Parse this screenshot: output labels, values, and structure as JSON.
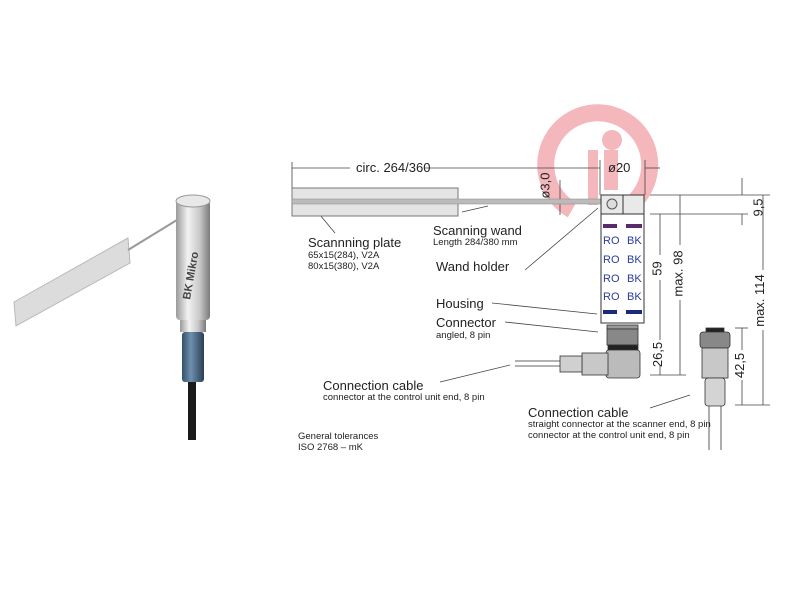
{
  "photo": {
    "brand_text": "BK Mikro"
  },
  "drawing": {
    "dimensions": {
      "circumference": "circ. 264/360",
      "diameter_housing": "ø20",
      "diameter_wand": "ø3,0",
      "holder_height": "9,5",
      "housing_length": "59",
      "max_length_angled": "max. 98",
      "connector_angled": "26,5",
      "connector_straight": "42,5",
      "max_length_straight": "max. 114"
    },
    "housing_codes": [
      "RO",
      "BK"
    ],
    "labels": {
      "plate_title": "Scannning plate",
      "plate_spec_1": "65x15(284), V2A",
      "plate_spec_2": "80x15(380), V2A",
      "wand_title": "Scanning wand",
      "wand_spec": "Length 284/380 mm",
      "holder": "Wand holder",
      "housing": "Housing",
      "connector_title": "Connector",
      "connector_spec": "angled, 8 pin",
      "cable1_title": "Connection cable",
      "cable1_spec": "connector at the control unit end, 8 pin",
      "cable2_title": "Connection cable",
      "cable2_spec_1": "straight connector at the scanner end, 8 pin",
      "cable2_spec_2": "connector at the control unit end, 8 pin",
      "tolerance_1": "General tolerances",
      "tolerance_2": "ISO 2768 – mK"
    }
  },
  "colors": {
    "watermark": "#f0a0a6",
    "code_text": "#2b3b9a",
    "purple_bar": "#5a2a6a",
    "navy_bar": "#1c2a7a"
  }
}
